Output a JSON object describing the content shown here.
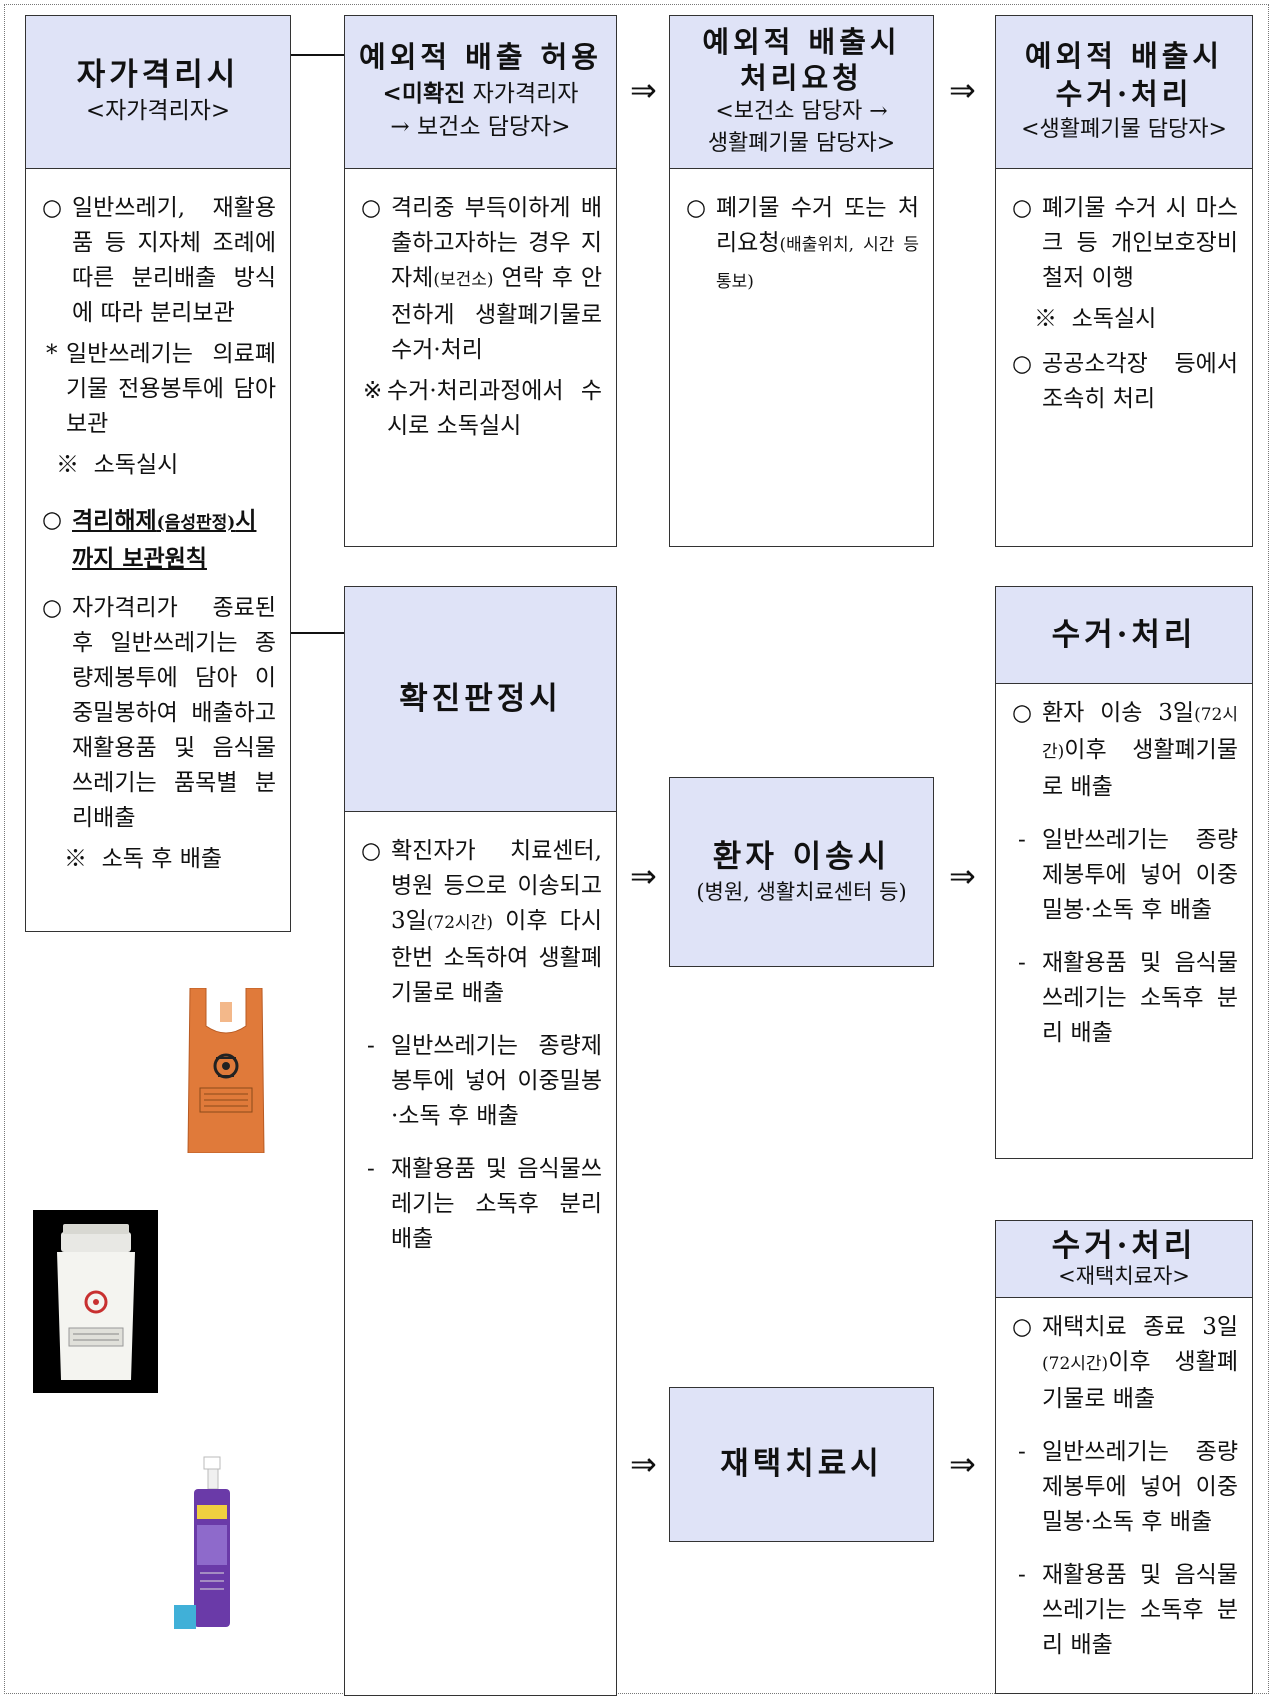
{
  "col1": {
    "title": "자가격리시",
    "subtitle": "<자가격리자>",
    "item1": "일반쓰레기, 재활용품 등 지자체 조례에 따른 분리배출 방식에 따라 분리보관",
    "note1": "일반쓰레기는 의료폐기물 전용봉투에 담아 보관",
    "note2": "소독실시",
    "item2_main": "격리해제",
    "item2_small": "(음성판정)",
    "item2_tail": "시까지 보관원칙",
    "item3": "자가격리가 종료된 후 일반쓰레기는 종량제봉투에 담아 이중밀봉하여 배출하고 재활용품 및 음식물쓰레기는 품목별 분리배출",
    "note3": "소독 후 배출"
  },
  "col2a": {
    "title": "예외적 배출 허용",
    "sub_bold": "<미확진",
    "sub_rest": " 자가격리자",
    "sub2": "→ 보건소 담당자>",
    "item1_a": "격리중 부득이하게 배출하고자하는 경우 지자체",
    "item1_small": "(보건소)",
    "item1_b": " 연락 후 안전하게 생활폐기물로 수거·처리",
    "note1": "수거·처리과정에서 수시로 소독실시"
  },
  "col3a": {
    "title1": "예외적 배출시",
    "title2": "처리요청",
    "sub1": "<보건소 담당자 →",
    "sub2": "생활폐기물 담당자>",
    "item1_a": "폐기물 수거 또는 처리요청",
    "item1_small": "(배출위치, 시간 등 통보)"
  },
  "col4a": {
    "title1": "예외적 배출시",
    "title2": "수거·처리",
    "sub1": "<생활폐기물 담당자>",
    "item1": "폐기물 수거 시 마스크 등 개인보호장비 철저 이행",
    "note1": "소독실시",
    "item2": "공공소각장 등에서 조속히 처리"
  },
  "col2b": {
    "title": "확진판정시",
    "item1_a": "확진자가 치료센터, 병원 등으로 이송되고 3일",
    "item1_small": "(72시간)",
    "item1_b": " 이후 다시 한번 소독하여 생활폐기물로 배출",
    "dash1": "일반쓰레기는 종량제봉투에 넣어 이중밀봉·소독 후 배출",
    "dash2": "재활용품 및 음식물쓰레기는 소독후 분리 배출"
  },
  "col3b": {
    "title": "환자 이송시",
    "sub": "(병원, 생활치료센터 등)"
  },
  "col4b": {
    "title": "수거·처리",
    "item1_a": "환자 이송 3일",
    "item1_small": "(72시간)",
    "item1_b": "이후 생활폐기물로 배출",
    "dash1": "일반쓰레기는 종량제봉투에 넣어 이중밀봉·소독 후 배출",
    "dash2": "재활용품 및 음식물쓰레기는 소독후 분리 배출"
  },
  "col3c": {
    "title": "재택치료시"
  },
  "col4c": {
    "title": "수거·처리",
    "sub": "<재택치료자>",
    "item1_a": "재택치료 종료 3일",
    "item1_small": "(72시간)",
    "item1_b": "이후 생활폐기물로 배출",
    "dash1": "일반쓰레기는 종량제봉투에 넣어 이중밀봉·소독 후 배출",
    "dash2": "재활용품 및 음식물쓰레기는 소독후 분리 배출"
  },
  "markers": {
    "circle": "○",
    "ref": "※",
    "star": "*",
    "dash": "-",
    "arrow": "⇒"
  },
  "images": {
    "bag_color": "#e07a3a",
    "container_color": "#f4f4f0",
    "spray_color": "#6a3aa8",
    "bag_icon": "biohazard-bag",
    "container_icon": "biohazard-container",
    "spray_icon": "disinfectant-spray"
  },
  "colors": {
    "header_bg": "#dfe3f7",
    "border": "#333333"
  }
}
